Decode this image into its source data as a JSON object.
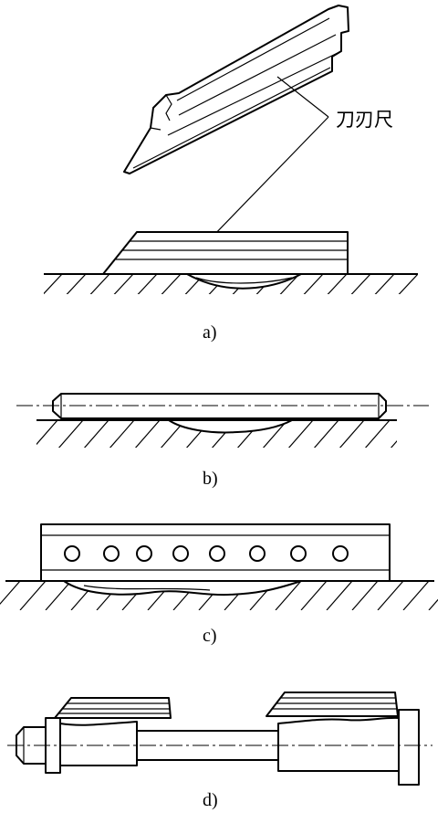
{
  "figure": {
    "callout_label": "刀刃尺",
    "panels": [
      {
        "id": "a",
        "label": "a)"
      },
      {
        "id": "b",
        "label": "b)"
      },
      {
        "id": "c",
        "label": "c)"
      },
      {
        "id": "d",
        "label": "d)"
      }
    ]
  }
}
